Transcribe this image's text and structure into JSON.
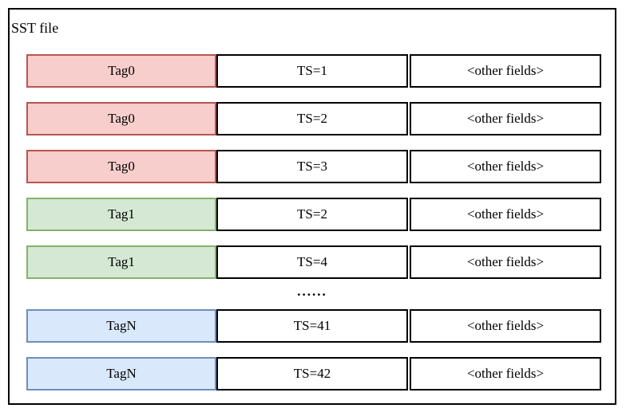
{
  "diagram": {
    "title": "SST file",
    "ellipsis": "......"
  },
  "colors": {
    "red": {
      "fill": "#f8cecc",
      "stroke": "#b85450"
    },
    "green": {
      "fill": "#d5e8d4",
      "stroke": "#82b366"
    },
    "blue": {
      "fill": "#dae8fc",
      "stroke": "#6c8ebf"
    }
  },
  "rows": [
    {
      "tag": "Tag0",
      "ts": "TS=1",
      "other": "<other fields>",
      "color": "red"
    },
    {
      "tag": "Tag0",
      "ts": "TS=2",
      "other": "<other fields>",
      "color": "red"
    },
    {
      "tag": "Tag0",
      "ts": "TS=3",
      "other": "<other fields>",
      "color": "red"
    },
    {
      "tag": "Tag1",
      "ts": "TS=2",
      "other": "<other fields>",
      "color": "green"
    },
    {
      "tag": "Tag1",
      "ts": "TS=4",
      "other": "<other fields>",
      "color": "green"
    },
    {
      "tag": "TagN",
      "ts": "TS=41",
      "other": "<other fields>",
      "color": "blue"
    },
    {
      "tag": "TagN",
      "ts": "TS=42",
      "other": "<other fields>",
      "color": "blue"
    }
  ]
}
